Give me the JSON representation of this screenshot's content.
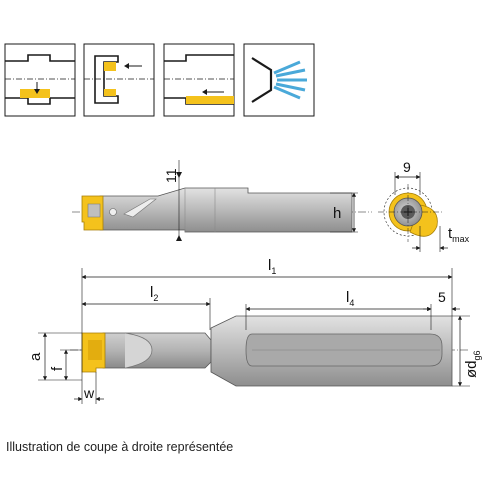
{
  "colors": {
    "insert": "#f4c21c",
    "insert_dark": "#c99a08",
    "shank": "#b7b7b7",
    "shank_dark": "#8c8c8c",
    "shank_light": "#dcdcdc",
    "coolant": "#4aa9d9",
    "line": "#1a1a1a"
  },
  "icons": [
    {
      "name": "internal-grooving-icon"
    },
    {
      "name": "face-grooving-icon"
    },
    {
      "name": "internal-turning-icon"
    },
    {
      "name": "internal-coolant-icon"
    }
  ],
  "dimensions": {
    "label_11": "11",
    "label_h": "h",
    "label_9": "9",
    "label_t": "t",
    "label_t_sub": "max",
    "label_l1": "l",
    "label_l1_sub": "1",
    "label_l2": "l",
    "label_l2_sub": "2",
    "label_l4": "l",
    "label_l4_sub": "4",
    "label_5": "5",
    "label_a": "a",
    "label_f": "f",
    "label_w": "w",
    "label_d": "ød",
    "label_d_sub": "g6"
  },
  "caption": "Illustration de coupe à droite représentée"
}
